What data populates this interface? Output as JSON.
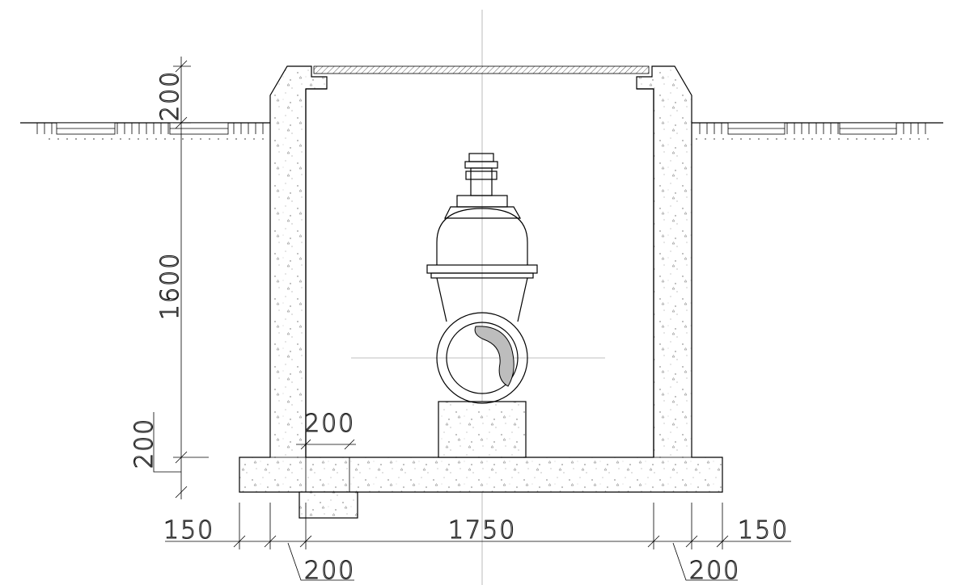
{
  "dimensions": {
    "cover_thickness": "200",
    "depth_below_ground": "1600",
    "base_slab_thickness": "200",
    "support_offset": "200",
    "left_footing_projection": "150",
    "inner_width": "1750",
    "right_footing_projection": "150",
    "left_wall_thickness": "200",
    "right_wall_thickness": "200"
  }
}
